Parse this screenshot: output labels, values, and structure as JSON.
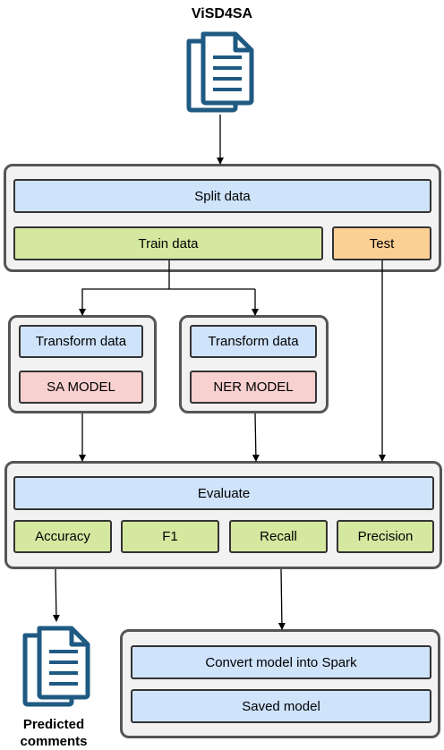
{
  "title": "ViSD4SA",
  "boxes": {
    "split": "Split data",
    "train": "Train data",
    "test": "Test",
    "transform_sa": "Transform data",
    "sa_model": "SA MODEL",
    "transform_ner": "Transform data",
    "ner_model": "NER MODEL",
    "evaluate": "Evaluate",
    "accuracy": "Accuracy",
    "f1": "F1",
    "recall": "Recall",
    "precision": "Precision",
    "convert": "Convert model into Spark",
    "saved": "Saved model"
  },
  "output_label_line1": "Predicted",
  "output_label_line2": "comments",
  "icons": {
    "input": "documents-icon",
    "output": "documents-icon"
  },
  "colors": {
    "blue": "#cfe3fb",
    "green": "#d5e8a0",
    "orange": "#fccf95",
    "pink": "#f9d0d0",
    "panel": "#f2f2f2",
    "icon": "#1f5a82"
  }
}
